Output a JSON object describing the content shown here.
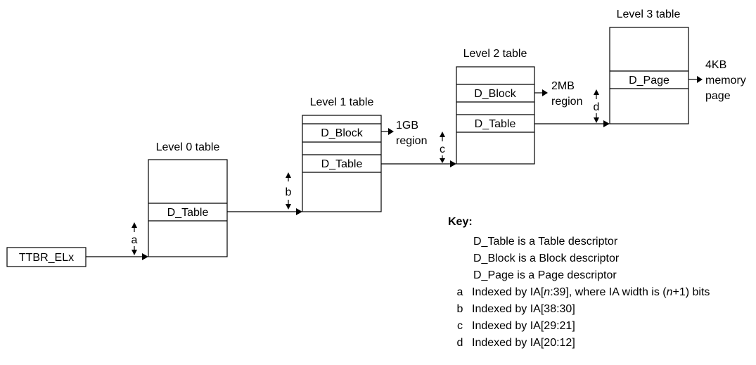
{
  "ttbr": {
    "label": "TTBR_ELx"
  },
  "levels": [
    {
      "title": "Level 0 table",
      "rows": [
        "D_Table"
      ]
    },
    {
      "title": "Level 1 table",
      "rows": [
        "D_Block",
        "D_Table"
      ]
    },
    {
      "title": "Level 2 table",
      "rows": [
        "D_Block",
        "D_Table"
      ]
    },
    {
      "title": "Level 3 table",
      "rows": [
        "D_Page"
      ]
    }
  ],
  "outputs": {
    "l1_block": [
      "1GB",
      "region"
    ],
    "l2_block": [
      "2MB",
      "region"
    ],
    "l3_page": [
      "4KB",
      "memory",
      "page"
    ]
  },
  "index_letters": [
    "a",
    "b",
    "c",
    "d"
  ],
  "key": {
    "title": "Key:",
    "descriptors": [
      "D_Table is a Table descriptor",
      "D_Block is a Block descriptor",
      "D_Page is a Page descriptor"
    ],
    "indexes": [
      {
        "letter": "a",
        "pre": "Indexed by IA[",
        "v1": "n",
        "mid": ":39], where IA width is (",
        "v2": "n",
        "post": "+1) bits"
      },
      {
        "letter": "b",
        "text": "Indexed by IA[38:30]"
      },
      {
        "letter": "c",
        "text": "Indexed by IA[29:21]"
      },
      {
        "letter": "d",
        "text": "Indexed by IA[20:12]"
      }
    ]
  }
}
